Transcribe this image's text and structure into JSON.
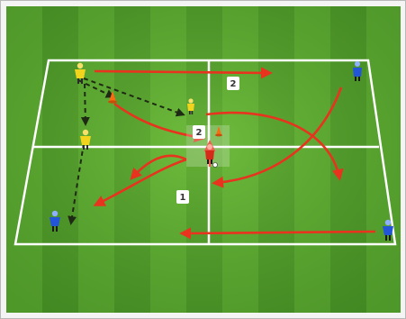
{
  "diagram": {
    "type": "soccer-drill",
    "labels": [
      {
        "id": "marker-1",
        "text": "1"
      },
      {
        "id": "marker-2-top",
        "text": "2"
      },
      {
        "id": "marker-2-center",
        "text": "2"
      }
    ],
    "colors": {
      "grass_light": "#6cb83a",
      "grass_dark": "#4c9628",
      "lines": "#ffffff",
      "run_arrow": "#e8331f",
      "pass_arrow": "#1f2a14",
      "team_yellow": "#f2d41c",
      "team_blue": "#2255d8",
      "cone": "#ff6a10"
    },
    "icons": [
      "yellow-player-icon",
      "blue-player-icon",
      "cone-icon",
      "ball-icon"
    ]
  }
}
